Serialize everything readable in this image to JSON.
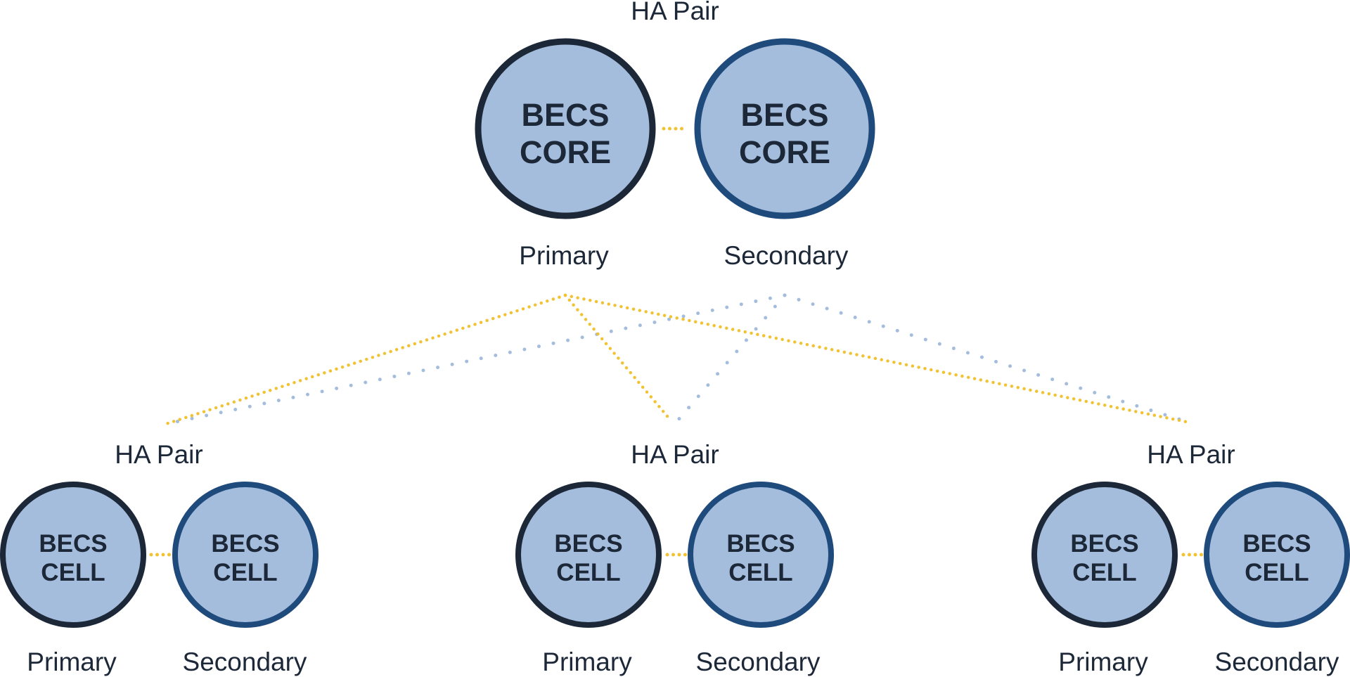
{
  "diagram": {
    "core_pair": {
      "label": "HA Pair",
      "primary": {
        "line1": "BECS",
        "line2": "CORE",
        "role": "Primary"
      },
      "secondary": {
        "line1": "BECS",
        "line2": "CORE",
        "role": "Secondary"
      }
    },
    "cell_pairs": [
      {
        "label": "HA Pair",
        "primary": {
          "line1": "BECS",
          "line2": "CELL",
          "role": "Primary"
        },
        "secondary": {
          "line1": "BECS",
          "line2": "CELL",
          "role": "Secondary"
        }
      },
      {
        "label": "HA Pair",
        "primary": {
          "line1": "BECS",
          "line2": "CELL",
          "role": "Primary"
        },
        "secondary": {
          "line1": "BECS",
          "line2": "CELL",
          "role": "Secondary"
        }
      },
      {
        "label": "HA Pair",
        "primary": {
          "line1": "BECS",
          "line2": "CELL",
          "role": "Primary"
        },
        "secondary": {
          "line1": "BECS",
          "line2": "CELL",
          "role": "Secondary"
        }
      }
    ],
    "colors": {
      "node_fill": "#a4bddd",
      "primary_stroke": "#1c2738",
      "secondary_stroke": "#1f4a7c",
      "primary_link": "#f1c232",
      "secondary_link": "#a4bddd",
      "text": "#1c2738"
    }
  }
}
